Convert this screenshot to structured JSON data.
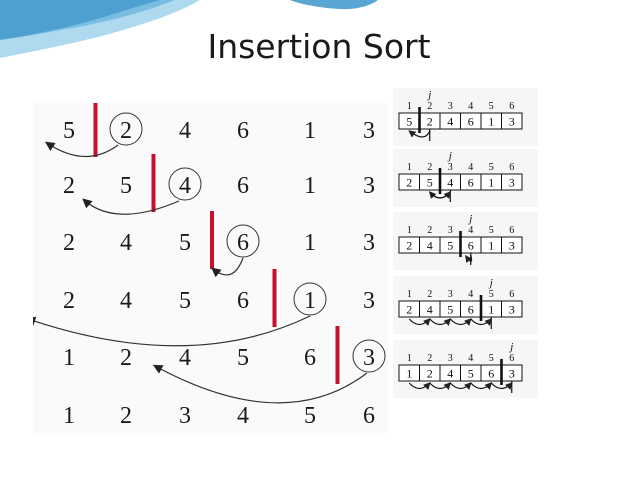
{
  "slide": {
    "title": "Insertion Sort",
    "accent": "#c8102e",
    "wave_colors": [
      "#2f8fc8",
      "#8cc9e8"
    ]
  },
  "left_trace": {
    "rows": [
      {
        "values": [
          "5",
          "2",
          "4",
          "6",
          "1",
          "3"
        ],
        "key_index": 1
      },
      {
        "values": [
          "2",
          "5",
          "4",
          "6",
          "1",
          "3"
        ],
        "key_index": 2
      },
      {
        "values": [
          "2",
          "4",
          "5",
          "6",
          "1",
          "3"
        ],
        "key_index": 3
      },
      {
        "values": [
          "2",
          "4",
          "5",
          "6",
          "1",
          "3"
        ],
        "key_index": 4
      },
      {
        "values": [
          "1",
          "2",
          "4",
          "5",
          "6",
          "3"
        ],
        "key_index": 5
      },
      {
        "values": [
          "1",
          "2",
          "3",
          "4",
          "5",
          "6"
        ],
        "key_index": null
      }
    ]
  },
  "right_trace": {
    "index_labels": [
      "1",
      "2",
      "3",
      "4",
      "5",
      "6"
    ],
    "pointer_label": "j",
    "steps": [
      {
        "values": [
          "5",
          "2",
          "4",
          "6",
          "1",
          "3"
        ],
        "j": 2
      },
      {
        "values": [
          "2",
          "5",
          "4",
          "6",
          "1",
          "3"
        ],
        "j": 3
      },
      {
        "values": [
          "2",
          "4",
          "5",
          "6",
          "1",
          "3"
        ],
        "j": 4
      },
      {
        "values": [
          "2",
          "4",
          "5",
          "6",
          "1",
          "3"
        ],
        "j": 5
      },
      {
        "values": [
          "1",
          "2",
          "4",
          "5",
          "6",
          "3"
        ],
        "j": 6
      }
    ]
  }
}
